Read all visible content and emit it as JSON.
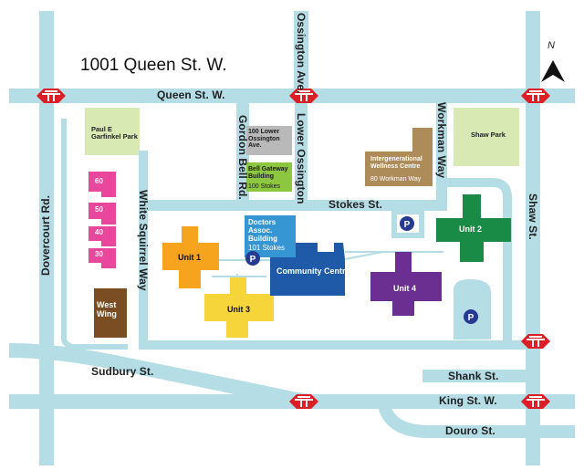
{
  "map": {
    "title": "1001 Queen St. W.",
    "north": "N",
    "colors": {
      "road": "#b5dde6",
      "park": "#d8e9b4",
      "unit1": "#f6a31e",
      "unit2": "#1a8a47",
      "unit3": "#f6d53b",
      "unit4": "#6b2f91",
      "community": "#1f5aa8",
      "doctors": "#3596d3",
      "parking": "#263a92",
      "pink": "#e8479b",
      "westwing": "#7a4d22",
      "intergen": "#ad8c5a",
      "gateway": "#8dc63f",
      "lowerossington": "#b9b9b9",
      "ttc": "#dc1f26"
    },
    "streets": {
      "queen": "Queen St. W.",
      "ossington": "Ossington Ave.",
      "lower_ossington": "Lower Ossington",
      "gordon_bell": "Gordon Bell Rd.",
      "workman": "Workman Way",
      "stokes": "Stokes St.",
      "shaw": "Shaw St.",
      "dovercourt": "Dovercourt Rd.",
      "white_squirrel": "White Squirrel Way",
      "sudbury": "Sudbury St.",
      "shank": "Shank St.",
      "king": "King St. W.",
      "douro": "Douro St."
    },
    "places": {
      "garfinkel_park": "Paul E Garfinkel Park",
      "shaw_park": "Shaw Park",
      "lower_ossington_ave": "100 Lower Ossington Ave.",
      "bell_gateway": "Bell Gateway Building",
      "bell_gateway_addr": "100 Stokes",
      "intergen": "Intergenerational Wellness Centre",
      "intergen_addr": "80 Workman Way",
      "doctors": "Doctors Assoc. Building",
      "doctors_addr": "101 Stokes",
      "unit1": "Unit 1",
      "unit2": "Unit 2",
      "unit3": "Unit 3",
      "unit4": "Unit 4",
      "community": "Community Centre",
      "west_wing": "West Wing",
      "b60": "60",
      "b50": "50",
      "b40": "40",
      "b30": "30",
      "parking": "P"
    },
    "icons": [
      "ttc-subway-icon",
      "parking-icon",
      "north-arrow-icon"
    ]
  }
}
